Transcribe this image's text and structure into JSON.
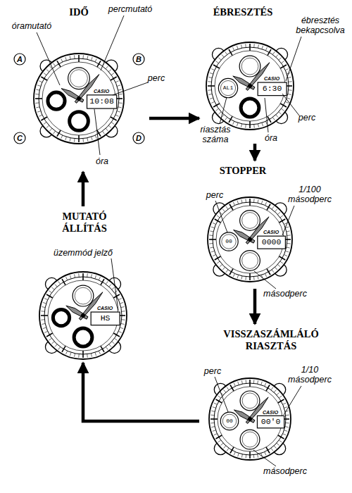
{
  "diagram": {
    "nodes": [
      {
        "text": [
          "IDŐ"
        ]
      },
      {
        "text": [
          "ÉBRESZTÉS"
        ]
      },
      {
        "text": [
          "STOPPER"
        ]
      },
      {
        "text": [
          "VISSZASZÁMLÁLÓ RIASZTÁS"
        ]
      },
      {
        "text": [
          "MUTATÓ ÁLLÍTÁS"
        ]
      }
    ],
    "edges": [
      {
        "from": 0,
        "to": 1,
        "arrow": "to"
      },
      {
        "from": 1,
        "to": 2,
        "arrow": "to"
      },
      {
        "from": 2,
        "to": 3,
        "arrow": "to"
      },
      {
        "from": 3,
        "to": 4,
        "arrow": "to"
      },
      {
        "from": 4,
        "to": 0,
        "arrow": "to"
      }
    ],
    "labels": [
      "óramutató",
      "percmutató",
      "A",
      "B",
      "C",
      "D",
      "perc",
      "óra",
      "CASIO",
      "10:08",
      "ébresztés bekapcsolva",
      "perc",
      "riasztás száma",
      "óra",
      "AL1",
      "CASIO",
      "6:30",
      "perc",
      "1/100 másodperc",
      "másodperc",
      "00",
      "CASIO",
      "0000",
      "perc",
      "1/10 másodperc",
      "másodperc",
      "00",
      "CASIO",
      "00'0",
      "üzemmód jelző",
      "CASIO",
      "HS"
    ]
  }
}
